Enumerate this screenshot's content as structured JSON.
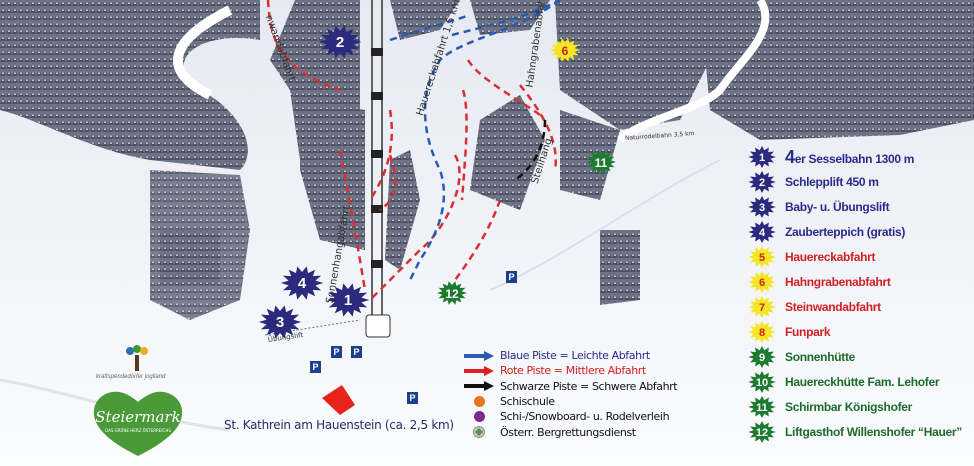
{
  "map_labels": {
    "steinwand": "nwandabfahrt",
    "hauereck": "Hauereckabfahrt 1,5 km",
    "hahngraben": "Hahngrabenabfahrt",
    "steilhang": "Steilhang",
    "sonnenhang": "Sonnenhangabfahrt",
    "naturrodel": "Naturrodelbahn 3,5 km",
    "uebungslift": "Übungslift",
    "parking": "P",
    "town": "St. Kathrein am Hauenstein (ca. 2,5 km)"
  },
  "map_badges": [
    {
      "num": "2",
      "color": "#2b2a7e"
    },
    {
      "num": "6",
      "color": "#f5e625"
    },
    {
      "num": "11",
      "color": "#1d7a2e"
    },
    {
      "num": "4",
      "color": "#2b2a7e"
    },
    {
      "num": "1",
      "color": "#2b2a7e"
    },
    {
      "num": "3",
      "color": "#2b2a7e"
    },
    {
      "num": "12",
      "color": "#1d7a2e"
    }
  ],
  "legend": [
    {
      "num": "1",
      "prefix": "4",
      "label": "er Sesselbahn 1300 m",
      "badge": "#2b2a7e",
      "text": "#2a2a8a"
    },
    {
      "num": "2",
      "label": "Schlepplift 450 m",
      "badge": "#2b2a7e",
      "text": "#2a2a8a"
    },
    {
      "num": "3",
      "label": "Baby- u. Übungslift",
      "badge": "#2b2a7e",
      "text": "#2a2a8a"
    },
    {
      "num": "4",
      "label": "Zauberteppich (gratis)",
      "badge": "#2b2a7e",
      "text": "#2a2a8a"
    },
    {
      "num": "5",
      "label": "Hauereckabfahrt",
      "badge": "#f5e625",
      "text": "#d02020"
    },
    {
      "num": "6",
      "label": "Hahngrabenabfahrt",
      "badge": "#f5e625",
      "text": "#d02020"
    },
    {
      "num": "7",
      "label": "Steinwandabfahrt",
      "badge": "#f5e625",
      "text": "#d02020"
    },
    {
      "num": "8",
      "label": "Funpark",
      "badge": "#f5e625",
      "text": "#d02020"
    },
    {
      "num": "9",
      "label": "Sonnenhütte",
      "badge": "#1d7a2e",
      "text": "#1c6b2a"
    },
    {
      "num": "10",
      "label": "Hauereckhütte Fam. Lehofer",
      "badge": "#1d7a2e",
      "text": "#1c6b2a"
    },
    {
      "num": "11",
      "label": "Schirmbar Königshofer",
      "badge": "#1d7a2e",
      "text": "#1c6b2a"
    },
    {
      "num": "12",
      "label": "Liftgasthof Willenshofer “Hauer”",
      "badge": "#1d7a2e",
      "text": "#1c6b2a"
    }
  ],
  "piste_legend": [
    {
      "symbol": "arrow",
      "color": "#2a5bb0",
      "label": "Blaue Piste = Leichte Abfahrt",
      "text": "#2a2a8a"
    },
    {
      "symbol": "arrow",
      "color": "#e02020",
      "label": "Rote Piste  = Mittlere Abfahrt",
      "text": "#d02020"
    },
    {
      "symbol": "arrow",
      "color": "#111111",
      "label": "Schwarze Piste = Schwere Abfahrt",
      "text": "#111111"
    },
    {
      "symbol": "dot",
      "color": "#e8741e",
      "label": "Schischule",
      "text": "#111111"
    },
    {
      "symbol": "dot",
      "color": "#7b2a8f",
      "label": "Schi-/Snowboard- u. Rodelverleih",
      "text": "#111111"
    },
    {
      "symbol": "rescue",
      "color": "#8a9a80",
      "label": "Österr. Bergrettungsdienst",
      "text": "#111111"
    }
  ],
  "logo": {
    "brand": "Steiermark",
    "tagline": "DAS GRÜNE HERZ ÖSTERREICHS",
    "tree_caption": "kraftspendedörfer joglland",
    "color": "#4a9a3a"
  }
}
